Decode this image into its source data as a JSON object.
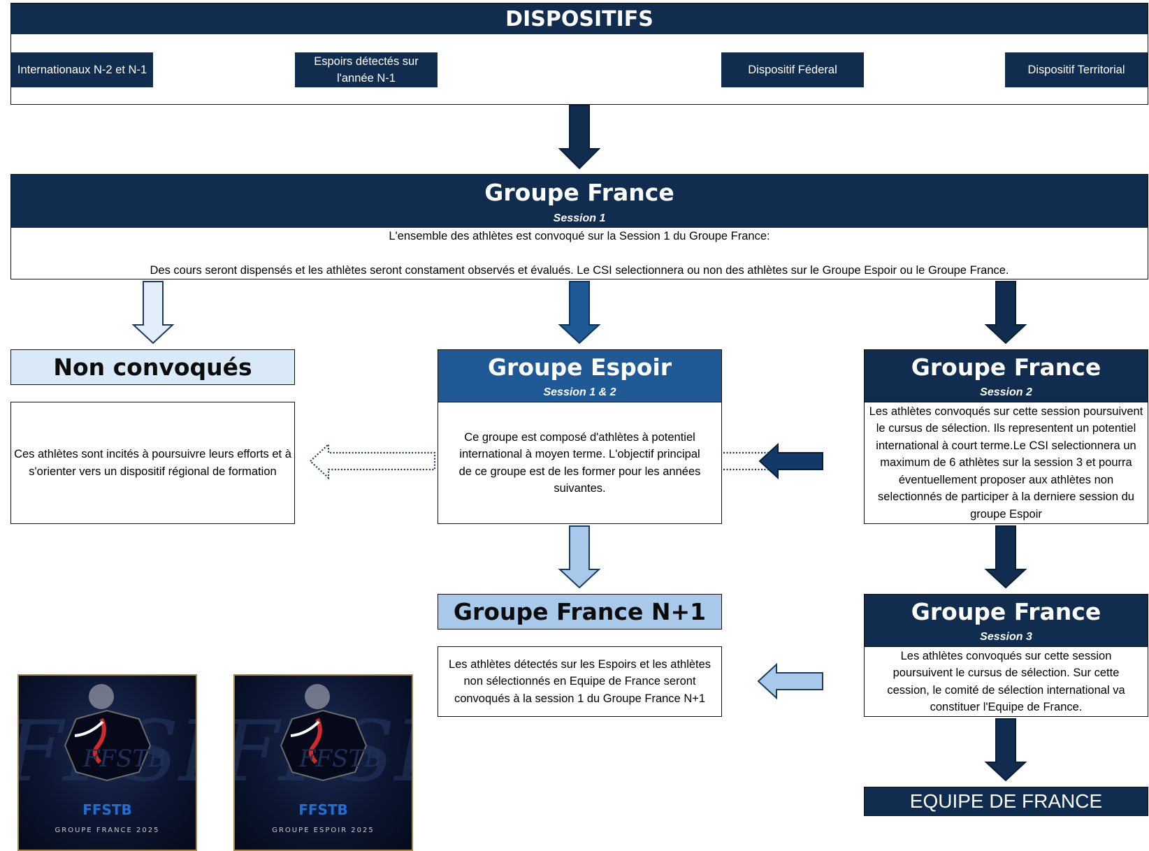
{
  "header": {
    "title": "DISPOSITIFS",
    "items": [
      "Internationaux N-2 et N-1",
      "Espoirs détectés sur l'année N-1",
      "Dispositif Féderal",
      "Dispositif Territorial"
    ]
  },
  "groupe_france_s1": {
    "title": "Groupe France",
    "session": "Session 1",
    "line1": "L'ensemble des athlètes est convoqué sur la Session 1 du Groupe France:",
    "line2": "Des cours seront dispensés et les athlètes seront constament observés et évalués. Le CSI selectionnera ou non des athlètes sur le Groupe Espoir ou le Groupe France."
  },
  "non_convoques": {
    "title": "Non convoqués",
    "text": "Ces athlètes sont incités à poursuivre leurs efforts et à s'orienter vers un dispositif régional de formation"
  },
  "groupe_espoir": {
    "title": "Groupe Espoir",
    "session": "Session 1 & 2",
    "text": "Ce groupe est composé d'athlètes à potentiel international à moyen terme. L'objectif principal de ce groupe est de les former pour les années suivantes."
  },
  "groupe_france_s2": {
    "title": "Groupe France",
    "session": "Session 2",
    "text": "Les athlètes convoqués sur cette session poursuivent le cursus de sélection. Ils representent un potentiel international à court terme.Le CSI selectionnera un maximum de 6 athlètes sur la session 3 et pourra éventuellement proposer aux athlètes non selectionnés de participer à la derniere session du groupe Espoir"
  },
  "groupe_france_n1": {
    "title": "Groupe France N+1",
    "text": "Les athlètes détectés sur les Espoirs et les athlètes non sélectionnés en Equipe de France seront convoqués à la session 1 du Groupe France N+1"
  },
  "groupe_france_s3": {
    "title": "Groupe France",
    "session": "Session 3",
    "text": "Les athlètes convoqués sur cette session poursuivent le cursus de sélection. Sur cette cession, le comité de sélection international va constituer l'Equipe de France."
  },
  "equipe": {
    "title": "EQUIPE DE FRANCE"
  },
  "logos": [
    {
      "brand": "FFSTB",
      "caption": "GROUPE FRANCE 2025"
    },
    {
      "brand": "FFSTB",
      "caption": "GROUPE ESPOIR 2025"
    }
  ],
  "colors": {
    "navy": "#102c4f",
    "blue": "#1f5a97",
    "light": "#a9c9eb",
    "pale": "#d9e9f8"
  }
}
